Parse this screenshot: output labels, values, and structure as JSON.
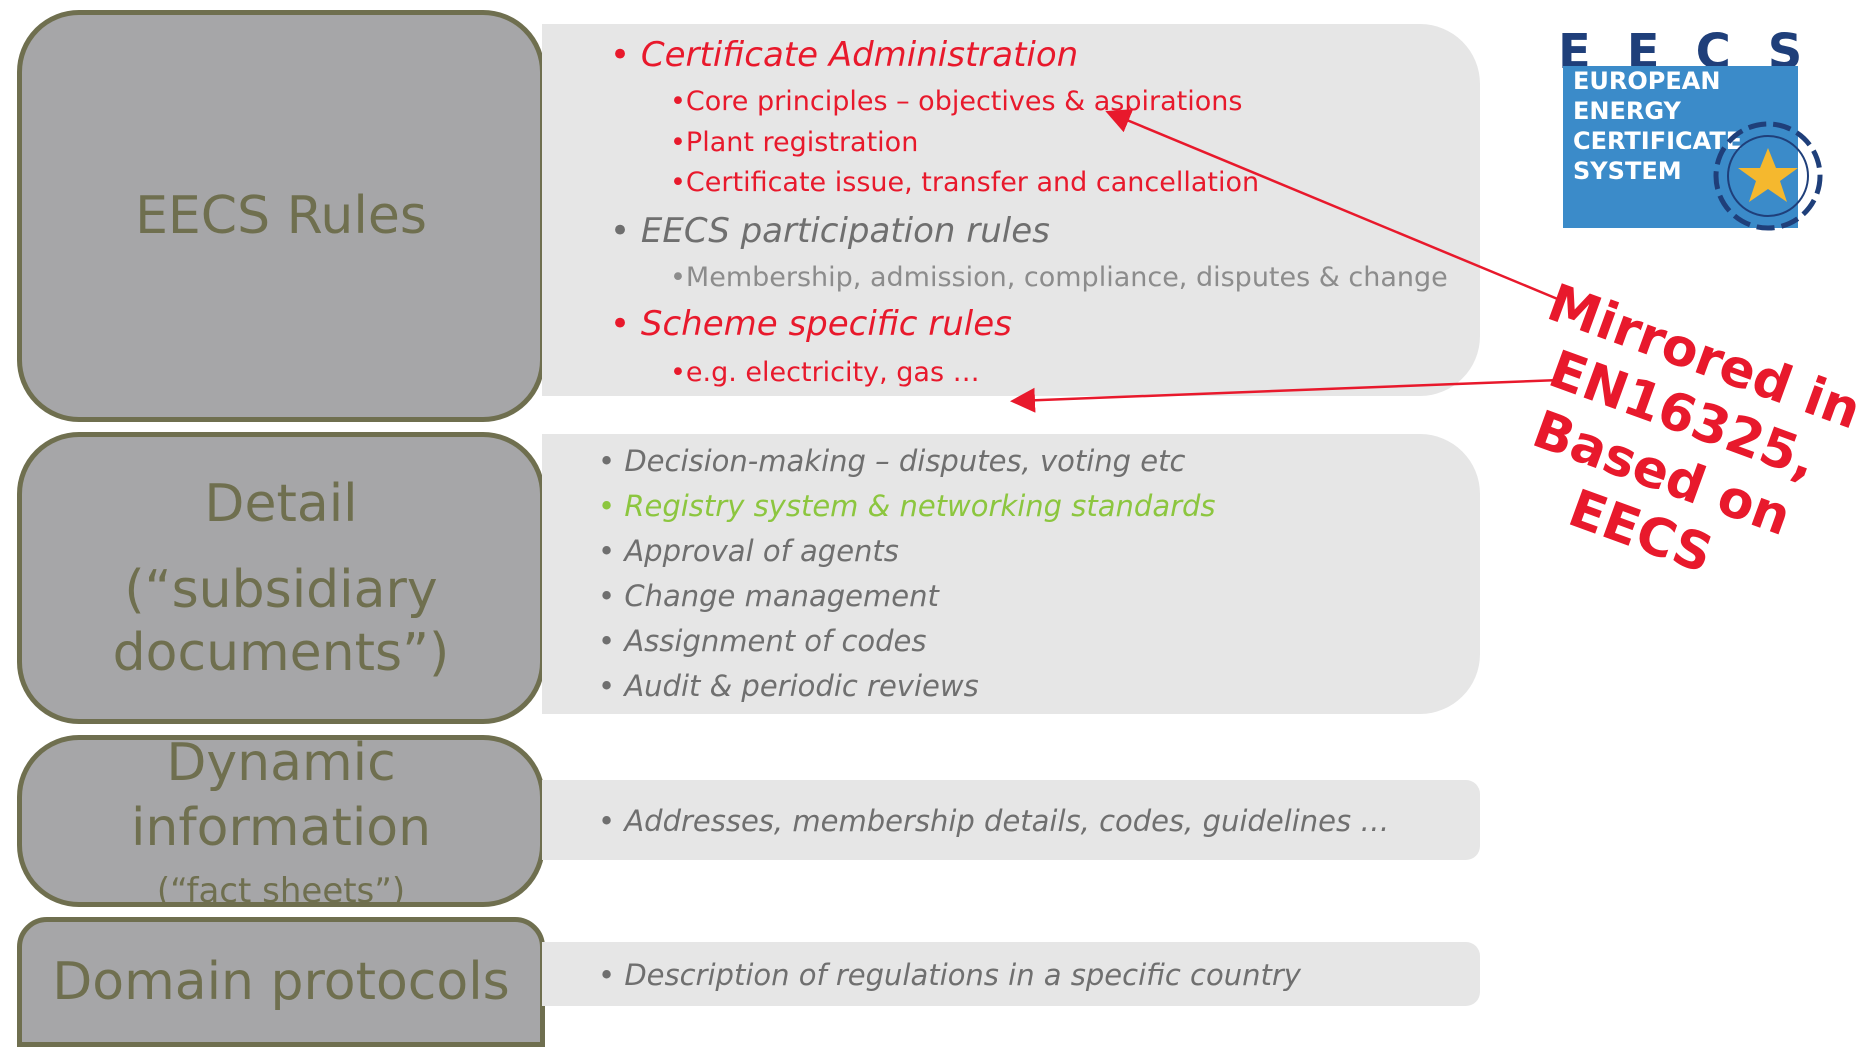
{
  "left_boxes": {
    "rules": {
      "title": "EECS Rules"
    },
    "detail": {
      "title": "Detail",
      "sub1": "(“subsidiary",
      "sub2": "documents”)"
    },
    "dynamic": {
      "title": "Dynamic information",
      "sub": "(“fact sheets”)"
    },
    "domain": {
      "title": "Domain protocols"
    }
  },
  "rules_panel": {
    "cert_admin": "Certificate Administration",
    "core": "•Core principles – objectives & aspirations",
    "plant": "•Plant registration",
    "issue": "•Certificate issue, transfer and cancellation",
    "participation": "EECS participation rules",
    "membership": "•Membership, admission, compliance, disputes & change",
    "scheme": "Scheme specific rules",
    "eg": "•e.g. electricity, gas …"
  },
  "detail_panel": {
    "items": [
      "Decision-making – disputes, voting etc",
      "Registry system & networking standards",
      "Approval of agents",
      "Change management",
      "Assignment of codes",
      "Audit & periodic reviews"
    ]
  },
  "dynamic_panel": {
    "item": "Addresses, membership details, codes, guidelines …"
  },
  "domain_panel": {
    "item": "Description of regulations in a specific country"
  },
  "bullet": "•",
  "logo": {
    "brand": "EECS",
    "line1": "EUROPEAN",
    "line2": "ENERGY",
    "line3": "CERTIFICATE",
    "line4": "SYSTEM"
  },
  "callout": {
    "line1": "Mirrored in",
    "line2": "EN16325,",
    "line3": "Based on",
    "line4": "EECS"
  },
  "colors": {
    "red": "#e8192c",
    "green": "#8cc63f",
    "box": "#a6a6a8",
    "border": "#6f6f4f"
  }
}
